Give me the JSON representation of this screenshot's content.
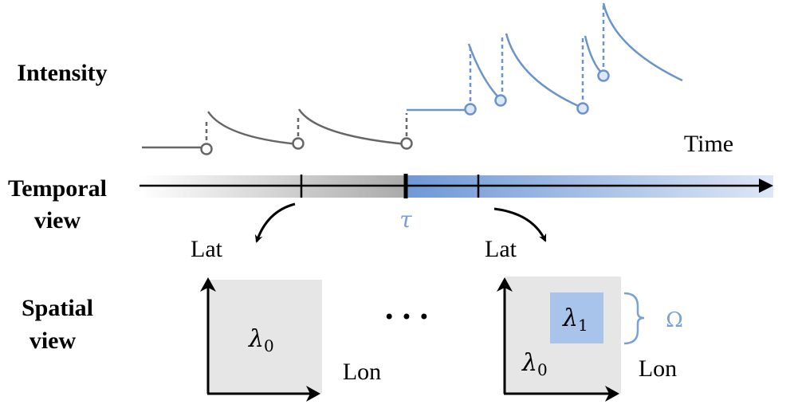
{
  "labels": {
    "intensity": "Intensity",
    "temporal_line1": "Temporal",
    "temporal_line2": "view",
    "spatial_line1": "Spatial",
    "spatial_line2": "view",
    "time": "Time",
    "tau": "τ",
    "lat_left": "Lat",
    "lat_right": "Lat",
    "lon_left": "Lon",
    "lon_right": "Lon",
    "lambda0_left_sym": "λ",
    "lambda0_left_sub": "0",
    "lambda0_right_sym": "λ",
    "lambda0_right_sub": "0",
    "lambda1_sym": "λ",
    "lambda1_sub": "1",
    "omega": "Ω",
    "ellipsis": "• • •"
  },
  "colors": {
    "gray_series": "#666666",
    "blue_series": "#6b93cc",
    "blue_accent": "#7aa0d8",
    "region_fill": "#a9c4ea",
    "map_fill": "#e6e6e6"
  }
}
